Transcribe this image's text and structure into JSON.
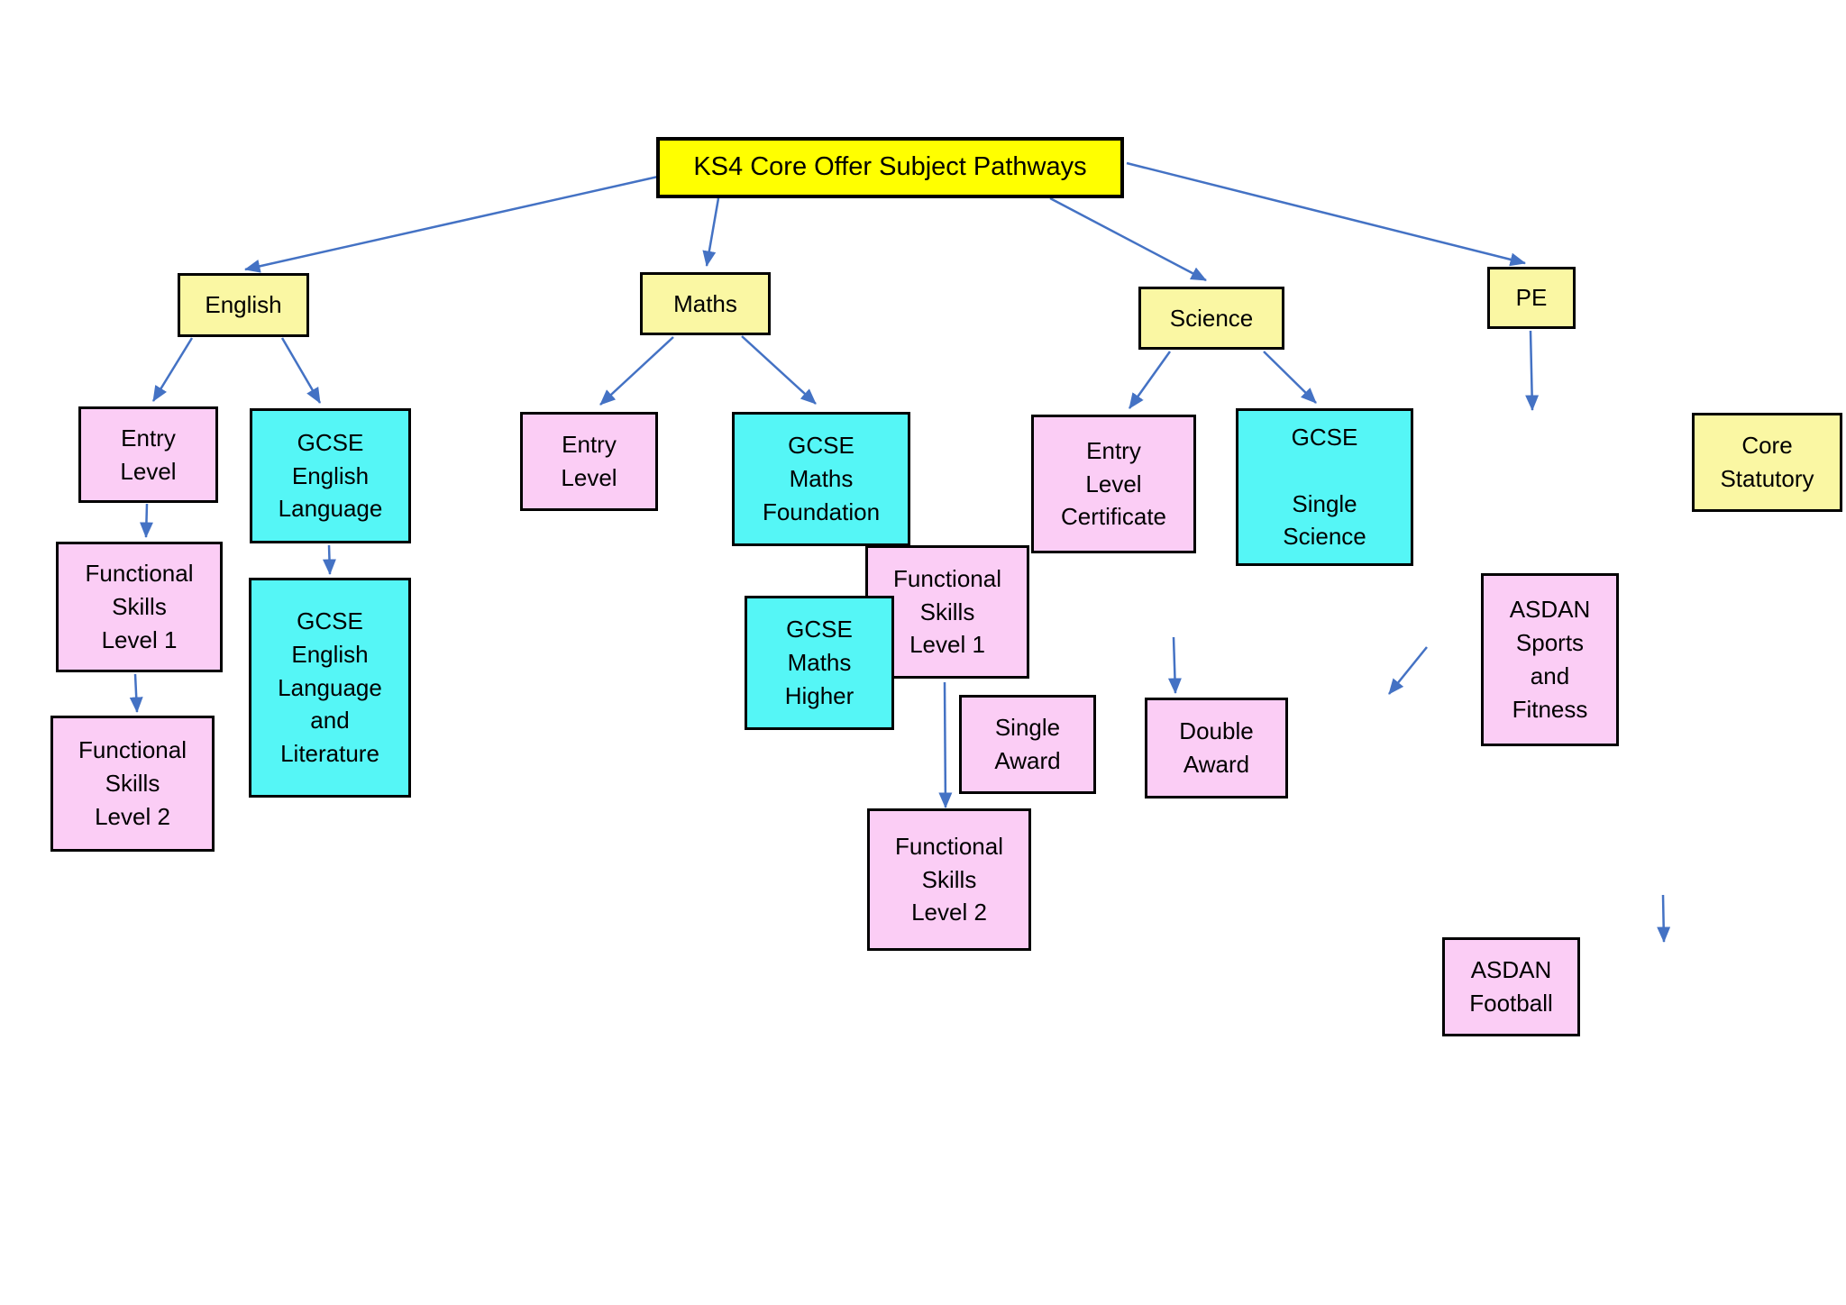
{
  "diagram": {
    "colors": {
      "root-fill": "#FFFF00",
      "branch-fill": "#FAF7A3",
      "pink-fill": "#FBCDF5",
      "cyan-fill": "#55F6F6",
      "arrow": "#4472C4",
      "border": "#000000"
    },
    "nodes": {
      "title": {
        "label": "KS4 Core Offer Subject Pathways"
      },
      "english": {
        "label": "English"
      },
      "maths": {
        "label": "Maths"
      },
      "science": {
        "label": "Science"
      },
      "pe": {
        "label": "PE"
      },
      "core_statutory": {
        "label": "Core\nStatutory"
      },
      "entry_level_english": {
        "label": "Entry\nLevel"
      },
      "fs_l1_english": {
        "label": "Functional\nSkills\nLevel 1"
      },
      "fs_l2_english": {
        "label": "Functional\nSkills\nLevel 2"
      },
      "gcse_english_language": {
        "label": "GCSE\nEnglish\nLanguage"
      },
      "gcse_english_language_literature": {
        "label": "GCSE\nEnglish\nLanguage\nand\nLiterature"
      },
      "entry_level_maths": {
        "label": "Entry\nLevel"
      },
      "gcse_maths_foundation": {
        "label": "GCSE\nMaths\nFoundation"
      },
      "fs_l1_maths": {
        "label": "Functional\nSkills\nLevel 1"
      },
      "gcse_maths_higher": {
        "label": "GCSE\nMaths\nHigher"
      },
      "single_award": {
        "label": "Single\nAward"
      },
      "fs_l2_maths": {
        "label": "Functional\nSkills\nLevel 2"
      },
      "entry_level_certificate": {
        "label": "Entry\nLevel\nCertificate"
      },
      "gcse_single_science": {
        "label": "GCSE\n\nSingle\nScience"
      },
      "double_award": {
        "label": "Double\nAward"
      },
      "asdan_sports_fitness": {
        "label": "ASDAN\nSports\nand\nFitness"
      },
      "asdan_football": {
        "label": "ASDAN\nFootball"
      }
    }
  }
}
